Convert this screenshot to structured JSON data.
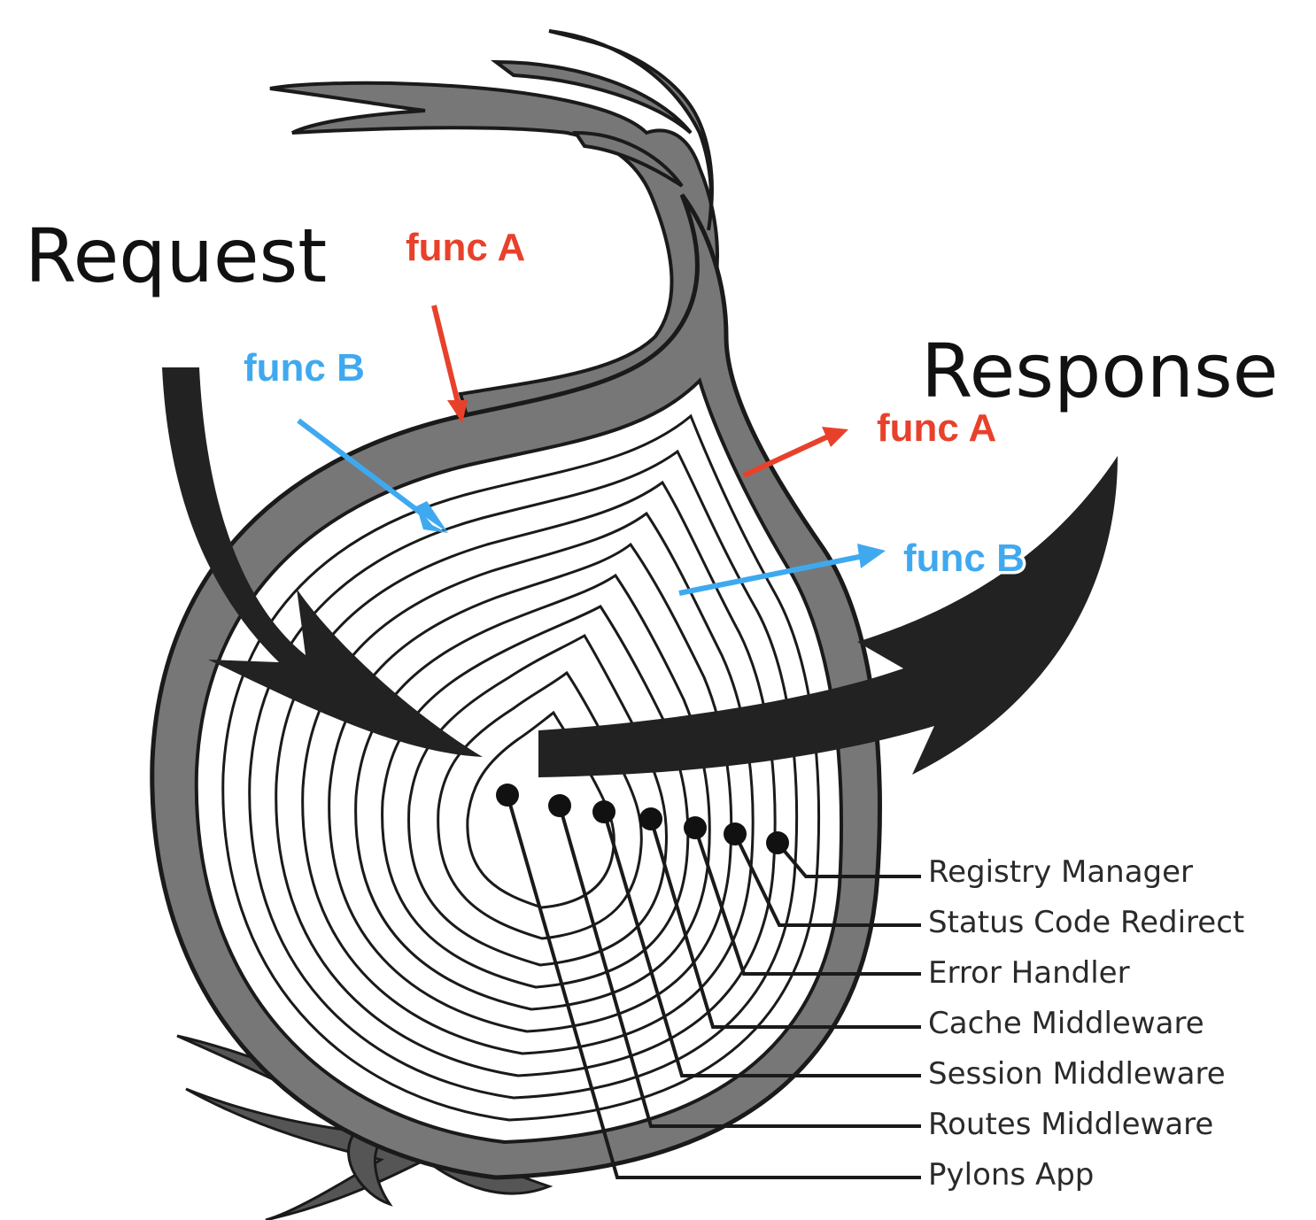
{
  "labels": {
    "request": "Request",
    "response": "Response"
  },
  "func_annotations": [
    {
      "text": "func A",
      "color": "#e8412b"
    },
    {
      "text": "func B",
      "color": "#3fa9f0"
    },
    {
      "text": "func A",
      "color": "#e8412b"
    },
    {
      "text": "func B",
      "color": "#3fa9f0"
    }
  ],
  "layers": [
    "Registry Manager",
    "Status Code Redirect",
    "Error Handler",
    "Cache Middleware",
    "Session Middleware",
    "Routes Middleware",
    "Pylons App"
  ],
  "colors": {
    "onion_skin": "#777777",
    "outline": "#1a1a1a",
    "arrow": "#222222",
    "func_a": "#e8412b",
    "func_b": "#3fa9f0"
  }
}
